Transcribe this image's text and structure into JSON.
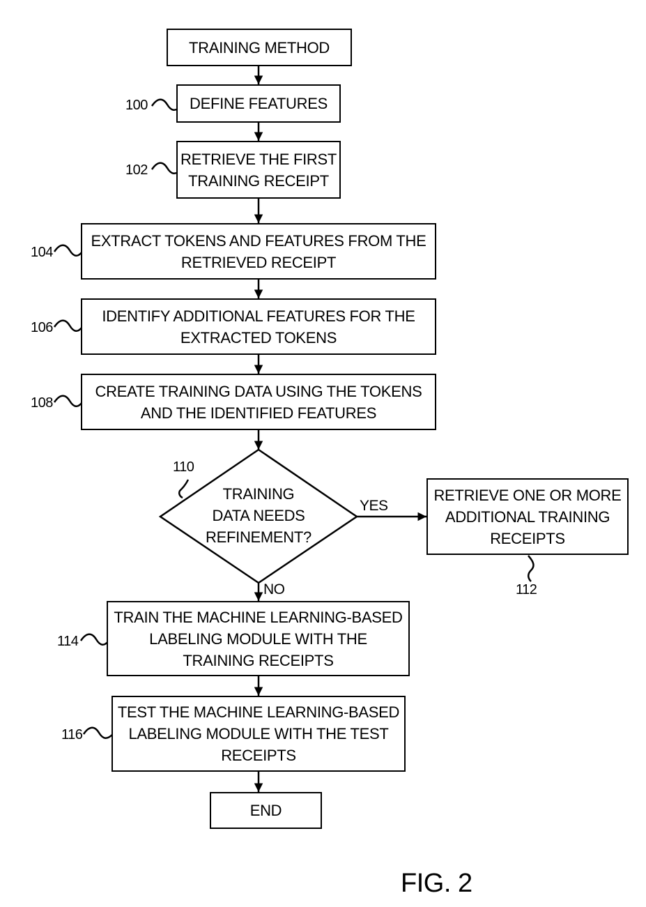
{
  "figure_label": "FIG. 2",
  "steps": {
    "start": {
      "lines": [
        "TRAINING METHOD"
      ]
    },
    "s100": {
      "ref": "100",
      "lines": [
        "DEFINE FEATURES"
      ]
    },
    "s102": {
      "ref": "102",
      "lines": [
        "RETRIEVE THE FIRST",
        "TRAINING RECEIPT"
      ]
    },
    "s104": {
      "ref": "104",
      "lines": [
        "EXTRACT TOKENS AND FEATURES FROM THE",
        "RETRIEVED RECEIPT"
      ]
    },
    "s106": {
      "ref": "106",
      "lines": [
        "IDENTIFY ADDITIONAL FEATURES FOR THE",
        "EXTRACTED TOKENS"
      ]
    },
    "s108": {
      "ref": "108",
      "lines": [
        "CREATE TRAINING DATA USING THE TOKENS",
        "AND THE IDENTIFIED FEATURES"
      ]
    },
    "d110": {
      "ref": "110",
      "lines": [
        "TRAINING",
        "DATA NEEDS",
        "REFINEMENT?"
      ]
    },
    "s112": {
      "ref": "112",
      "lines": [
        "RETRIEVE ONE OR MORE",
        "ADDITIONAL TRAINING",
        "RECEIPTS"
      ]
    },
    "s114": {
      "ref": "114",
      "lines": [
        "TRAIN THE MACHINE LEARNING-BASED",
        "LABELING MODULE  WITH THE",
        "TRAINING RECEIPTS"
      ]
    },
    "s116": {
      "ref": "116",
      "lines": [
        "TEST THE MACHINE LEARNING-BASED",
        "LABELING MODULE  WITH THE TEST",
        "RECEIPTS"
      ]
    },
    "end": {
      "lines": [
        "END"
      ]
    }
  },
  "branches": {
    "yes": "YES",
    "no": "NO"
  }
}
